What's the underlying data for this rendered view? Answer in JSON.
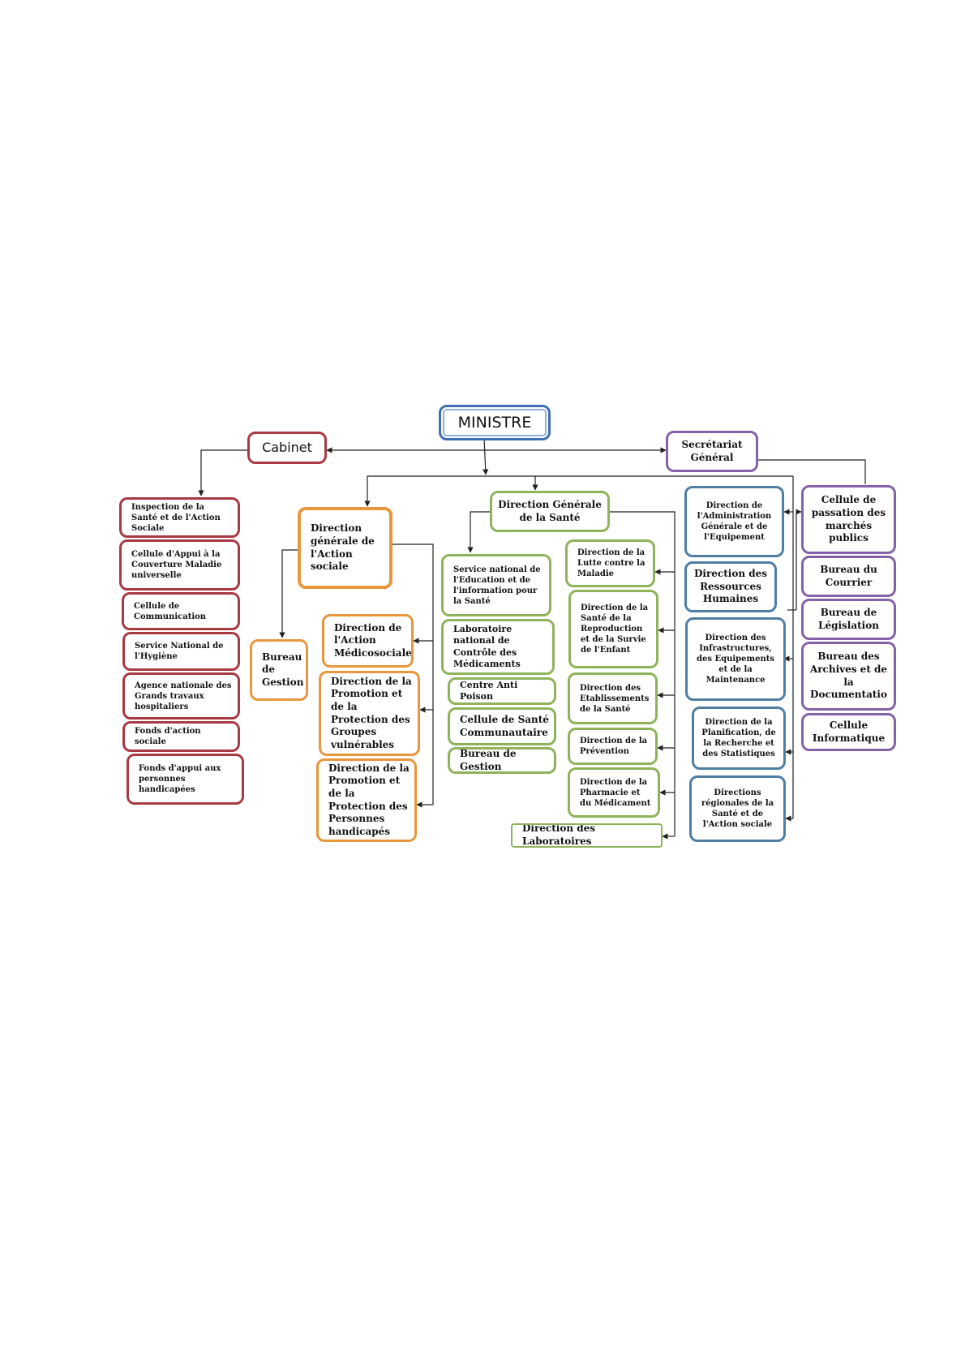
{
  "org_chart": {
    "minister": "MINISTRE",
    "cabinet": "Cabinet",
    "secretariat_general": "Secrétariat Général",
    "cabinet_units": [
      "Inspection de la Santé et de l'Action Sociale",
      "Cellule d'Appui à la Couverture Maladie universelle",
      "Cellule de Communication",
      "Service National de l'Hygiène",
      "Agence nationale des Grands travaux hospitaliers",
      "Fonds d'action sociale",
      "Fonds d'appui aux personnes handicapées"
    ],
    "dg_action_sociale": "Direction générale de l'Action sociale",
    "bureau_gestion_as": "Bureau de Gestion",
    "dgas_directions": [
      "Direction de l'Action Médicosociale",
      "Direction de la Promotion et de la Protection des Groupes vulnérables",
      "Direction de la Promotion et de la Protection des Personnes handicapés"
    ],
    "dg_sante": "Direction Générale de la Santé",
    "dgs_services": [
      "Service national de l'Education et de l'information pour la Santé",
      "Laboratoire national de Contrôle des Médicaments",
      "Centre Anti Poison",
      "Cellule de Santé Communautaire",
      "Bureau de Gestion"
    ],
    "dgs_directions": [
      "Direction de la Lutte contre la Maladie",
      "Direction de la Santé de la Reproduction et de la Survie de l'Enfant",
      "Direction des Etablissements de la Santé",
      "Direction de la Prévention",
      "Direction de la Pharmacie et du Médicament",
      "Direction des Laboratoires"
    ],
    "sg_directions": [
      "Direction de l'Administration Générale et de l'Equipement",
      "Direction des Ressources Humaines",
      "Direction des Infrastructures, des Equipements et de la Maintenance",
      "Direction de la Planification, de la Recherche et des Statistiques",
      "Directions régionales de la Santé et de l'Action sociale"
    ],
    "sg_units": [
      "Cellule de passation des marchés publics",
      "Bureau du Courrier",
      "Bureau de Législation",
      "Bureau des Archives et de la Documentatio",
      "Cellule Informatique"
    ]
  }
}
